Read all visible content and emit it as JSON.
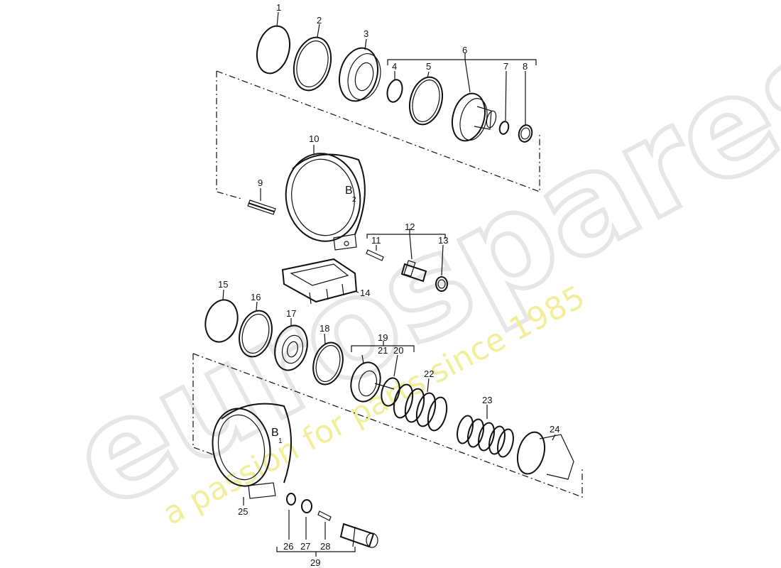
{
  "watermark": {
    "brand": "eurospares",
    "tagline": "a passion for parts since 1985"
  },
  "diagram": {
    "sub_labels": {
      "b2_letter": "B",
      "b2_index": "2",
      "b1_letter": "B",
      "b1_index": "1"
    },
    "callouts": {
      "c1": "1",
      "c2": "2",
      "c3": "3",
      "c4": "4",
      "c5": "5",
      "c6": "6",
      "c7": "7",
      "c8": "8",
      "c9": "9",
      "c10": "10",
      "c11": "11",
      "c12": "12",
      "c13": "13",
      "c14": "14",
      "c15": "15",
      "c16": "16",
      "c17": "17",
      "c18": "18",
      "c19": "19",
      "c20": "20",
      "c21": "21",
      "c22": "22",
      "c23": "23",
      "c24": "24",
      "c25": "25",
      "c26": "26",
      "c27": "27",
      "c28": "28",
      "c29": "29"
    }
  }
}
